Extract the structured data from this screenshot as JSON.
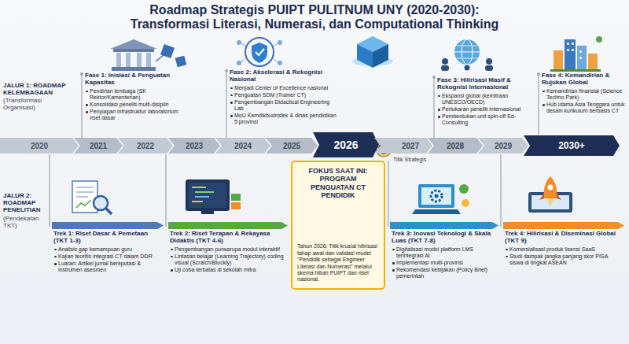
{
  "diagram": {
    "title": "Roadmap Strategis PUIPT PULITNUM UNY (2020-2030): Transformasi Literasi, Numerasi, dan Computational Thinking",
    "nodes": [
      {
        "text": [
          "Fase 1: Inisiasi & Penguatan Kapasitas",
          "Pendirian lembaga (SK Rektor/Kamenterian)",
          "Konsolidasi peneliti multi-disiplin",
          "Penyiapan infrastruktur laboratorium riset dasar"
        ]
      },
      {
        "text": [
          "Fase 2: Akselerasi & Rekognisi Nasional",
          "Menjadi Center of Excellence nasional",
          "Penguatan SDM (Trainer CT)",
          "Pengembangan Didactical Engineering Lab",
          "MoU Kemdikbudristek & dinas pendidikan 5 provinsi"
        ]
      },
      {
        "text": [
          "Fase 3: Hilirisasi Masif & Rekognisi Internasional",
          "Ekspansi global (kemitraan UNESCO/OECD)",
          "Pertukaran peneliti internasional",
          "Pembentukan unit spin-off Ed-Consulting"
        ]
      },
      {
        "text": [
          "Fase 4: Kemandirian & Rujukan Global",
          "Kemandirian finansial (Science Techno Park)",
          "Hub utama Asia Tenggara untuk desain kurikulum berbasis CT"
        ]
      },
      {
        "text": [
          "2020"
        ]
      },
      {
        "text": [
          "2021"
        ]
      },
      {
        "text": [
          "2022"
        ]
      },
      {
        "text": [
          "2023"
        ]
      },
      {
        "text": [
          "2024"
        ]
      },
      {
        "text": [
          "2025"
        ]
      },
      {
        "text": [
          "2026"
        ]
      },
      {
        "text": [
          "2027"
        ]
      },
      {
        "text": [
          "2028"
        ]
      },
      {
        "text": [
          "2029"
        ]
      },
      {
        "text": [
          "2030+"
        ]
      },
      {
        "text": [
          "Trek 1: Riset Dasar & Pemetaan (TKT 1-3)",
          "Analisis gap kemampuan guru",
          "Kajian teoritis integrasi CT dalam DDR",
          "Luaran: Artikel jurnal bereputasi & instrumen asesmen"
        ]
      },
      {
        "text": [
          "Trek 2: Riset Terapan & Rekayasa Didaktis (TKT 4-6)",
          "Pengembangan purwarupa modul interaktif",
          "Lintasan belajar (Learning Trajectory) coding visual (Scratch/Blockly)",
          "Uji coba terbatas di sekolah mitra"
        ]
      },
      {
        "text": [
          "FOKUS SAAT INI: PROGRAM PENGUATAN CT PENDIDIK",
          "Tahun 2026: Titik krusial hilirisasi tahap awal dan validasi model \"Pendidik sebagai Engineer Literasi dan Numerasi\" melalui skema hibah PUIPT dan riset nasional."
        ]
      },
      {
        "text": [
          "Trek 3: Inovasi Teknologi & Skala Luas (TKT 7-8)",
          "Digitalisasi model platform LMS terintegrasi AI",
          "Implementasi multi-provinsi",
          "Rekomendasi kebijakan (Policy Brief) pemerintah"
        ]
      },
      {
        "text": [
          "Trek 4: Hilirisasi & Diseminasi Global (TKT 9)",
          "Komersialisasi produk lisensi SaaS",
          "Studi dampak jangka panjang skor PISA siswa di tingkat ASEAN"
        ]
      }
    ],
    "labels": [
      "JALUR 1: ROADMAP KELEMBAGAAN",
      "(Transformasi Organisasi)",
      "JALUR 2: ROADMAP PENELITIAN",
      "(Pendekatan TKT)",
      "Titik Strategis"
    ]
  }
}
